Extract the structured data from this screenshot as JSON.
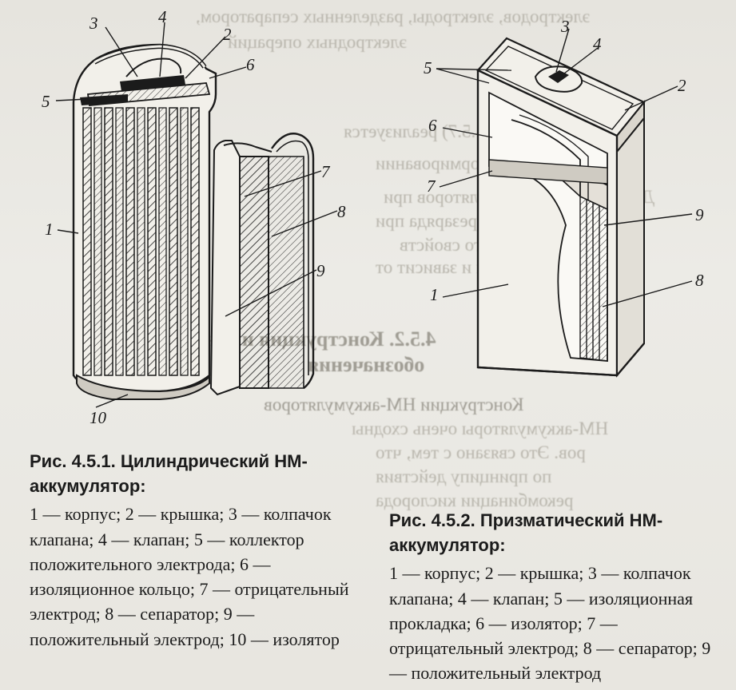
{
  "fig1": {
    "title": "Рис. 4.5.1. Цилиндрический НМ-аккумулятор:",
    "legend": "1 — корпус; 2 — крышка; 3 — колпачок клапана; 4 — клапан; 5 — коллектор положительного электрода; 6 — изоляционное кольцо; 7 — отрицательный электрод; 8 — сепаратор; 9 — положительный электрод; 10 — изолятор",
    "labels": [
      "1",
      "2",
      "3",
      "4",
      "5",
      "6",
      "7",
      "8",
      "9",
      "10"
    ]
  },
  "fig2": {
    "title": "Рис. 4.5.2. Призматический НМ-аккумулятор:",
    "legend": "1 — корпус; 2 — крышка; 3 — колпачок клапана; 4 — клапан; 5 — изоляционная прокладка; 6 — изолятор; 7 — отрицательный электрод; 8 — сепаратор; 9 — положительный электрод",
    "labels": [
      "1",
      "2",
      "3",
      "4",
      "5",
      "6",
      "7",
      "8",
      "9"
    ]
  },
  "bleed_through": [
    "электродов, электроды, разделенных сепаратором,",
    "электродных операций",
    "Реакция (4.5.6) и (4.5.7) реализуется",
    "при заряде и при формировании",
    "Долговечность аккумуляторов при",
    "вследствие перезаряда при",
    "зависит от его свойств",
    "цессе работы и зависит от",
    "4.5.2. Конструкция и основы",
    "обозначения",
    "Конструкции НМ-аккумуляторов",
    "НМ-аккумуляторы очень сходны",
    "ров. Это связано с тем, что",
    "по принципу действия",
    "рекомбинации кислорода"
  ]
}
